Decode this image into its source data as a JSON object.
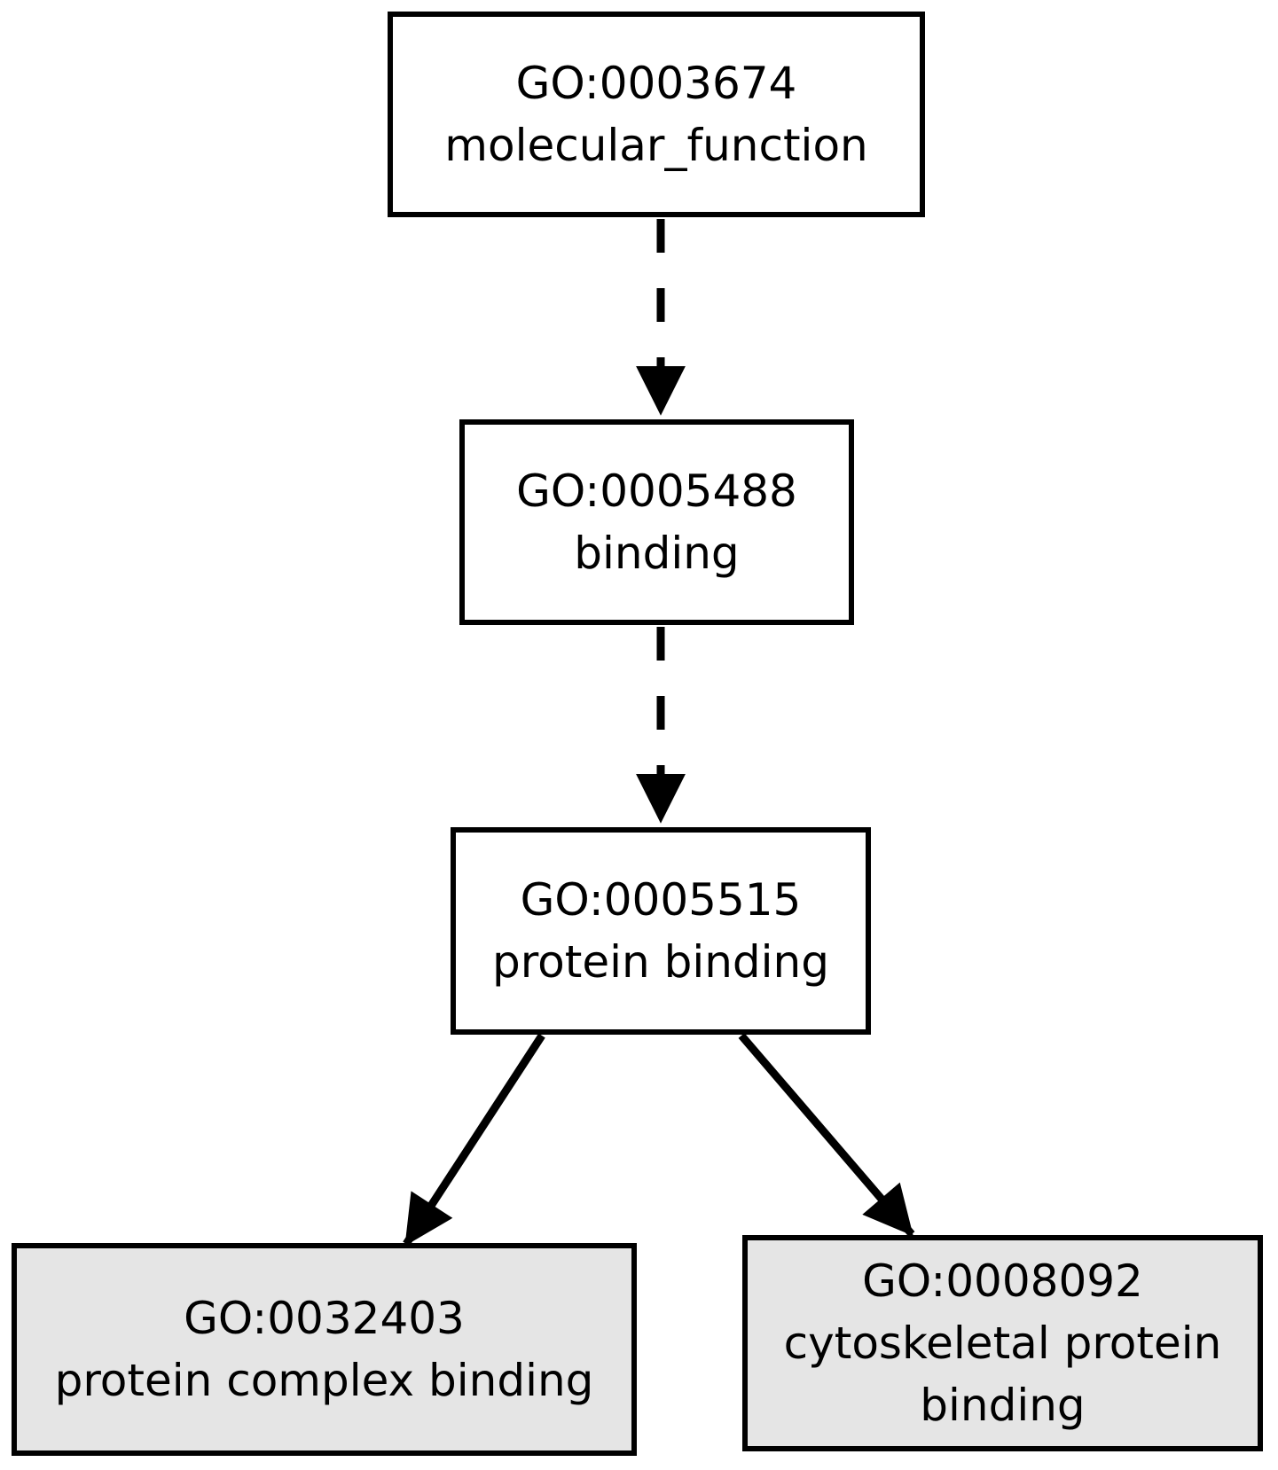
{
  "diagram": {
    "type": "gene-ontology-dag",
    "nodes": [
      {
        "id": "GO:0003674",
        "label": "molecular_function",
        "fill": "#ffffff"
      },
      {
        "id": "GO:0005488",
        "label": "binding",
        "fill": "#ffffff"
      },
      {
        "id": "GO:0005515",
        "label": "protein binding",
        "fill": "#ffffff"
      },
      {
        "id": "GO:0032403",
        "label": "protein complex binding",
        "fill": "#e5e5e5"
      },
      {
        "id": "GO:0008092",
        "label": "cytoskeletal protein binding",
        "fill": "#e5e5e5"
      }
    ],
    "edges": [
      {
        "from": "GO:0003674",
        "to": "GO:0005488",
        "style": "dashed"
      },
      {
        "from": "GO:0005488",
        "to": "GO:0005515",
        "style": "dashed"
      },
      {
        "from": "GO:0005515",
        "to": "GO:0032403",
        "style": "solid"
      },
      {
        "from": "GO:0005515",
        "to": "GO:0008092",
        "style": "solid"
      }
    ],
    "colors": {
      "border": "#000000",
      "text": "#000000",
      "edge": "#000000",
      "default_node_fill": "#ffffff",
      "leaf_node_fill": "#e5e5e5"
    }
  }
}
